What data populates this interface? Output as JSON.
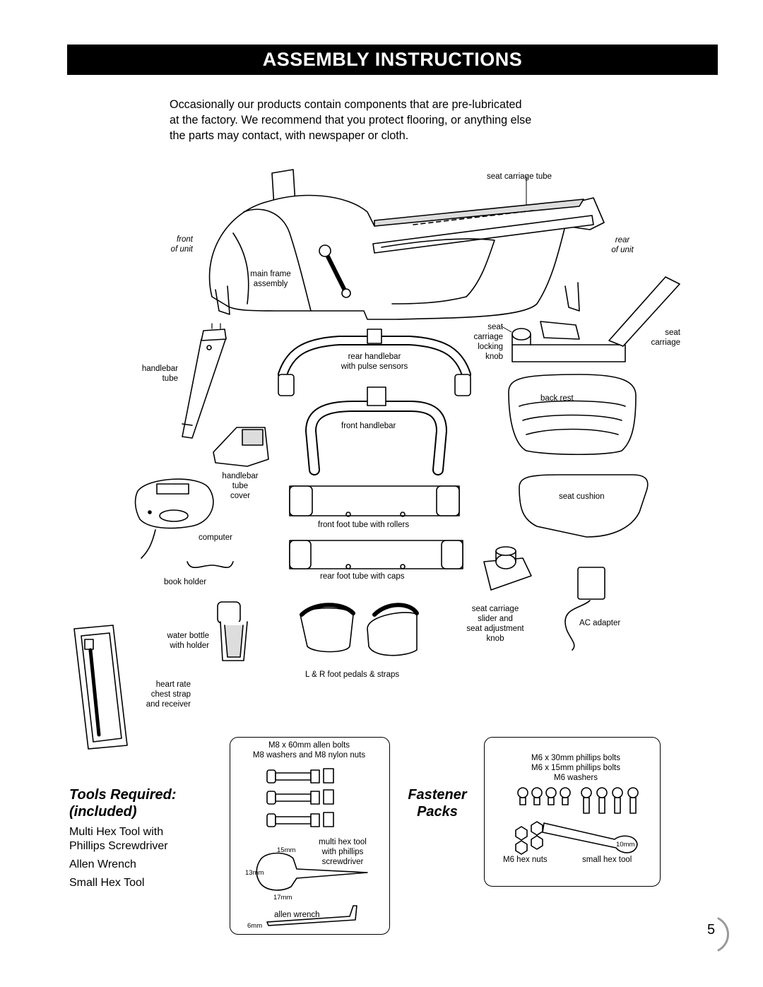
{
  "header": {
    "title": "ASSEMBLY INSTRUCTIONS"
  },
  "intro": {
    "lines": [
      "Occasionally our products contain components that are pre-lubricated",
      "at the factory. We recommend that you protect flooring, or anything else",
      "the parts may contact, with newspaper or cloth."
    ]
  },
  "labels": {
    "seat_carriage_tube": "seat carriage tube",
    "front_of_unit_1": "front",
    "front_of_unit_2": "of unit",
    "rear_of_unit_1": "rear",
    "rear_of_unit_2": "of unit",
    "main_frame_1": "main frame",
    "main_frame_2": "assembly",
    "seat_locking_1": "seat",
    "seat_locking_2": "carriage",
    "seat_locking_3": "locking",
    "seat_locking_4": "knob",
    "seat_carriage_1": "seat",
    "seat_carriage_2": "carriage",
    "rear_handlebar_1": "rear handlebar",
    "rear_handlebar_2": "with pulse sensors",
    "handlebar_tube_1": "handlebar",
    "handlebar_tube_2": "tube",
    "back_rest": "back rest",
    "front_handlebar": "front handlebar",
    "tube_cover_1": "handlebar",
    "tube_cover_2": "tube",
    "tube_cover_3": "cover",
    "seat_cushion": "seat cushion",
    "front_foot_tube": "front foot tube with rollers",
    "computer": "computer",
    "book_holder": "book holder",
    "rear_foot_tube": "rear foot tube with caps",
    "slider_knob_1": "seat carriage",
    "slider_knob_2": "slider and",
    "slider_knob_3": "seat adjustment",
    "slider_knob_4": "knob",
    "ac_adapter": "AC adapter",
    "water_bottle_1": "water bottle",
    "water_bottle_2": "with holder",
    "foot_pedals": "L & R foot pedals & straps",
    "heart_rate_1": "heart rate",
    "heart_rate_2": "chest strap",
    "heart_rate_3": "and receiver"
  },
  "tools": {
    "title_1": "Tools Required:",
    "title_2": "(included)",
    "items": [
      "Multi Hex Tool with",
      "Phillips Screwdriver",
      "Allen Wrench",
      "Small Hex Tool"
    ]
  },
  "fasteners": {
    "title_1": "Fastener",
    "title_2": "Packs",
    "pack1": {
      "line1": "M8 x 60mm allen bolts",
      "line2": "M8 washers and M8 nylon nuts",
      "multi_1": "multi hex tool",
      "multi_2": "with phillips",
      "multi_3": "screwdriver",
      "size_15": "15mm",
      "size_13": "13mm",
      "size_17": "17mm",
      "allen": "allen wrench",
      "size_6": "6mm"
    },
    "pack2": {
      "line1": "M6 x 30mm phillips bolts",
      "line2": "M6 x 15mm phillips bolts",
      "line3": "M6 washers",
      "nuts": "M6 hex nuts",
      "hex_tool": "small hex tool",
      "size_10": "10mm"
    }
  },
  "page_number": "5"
}
